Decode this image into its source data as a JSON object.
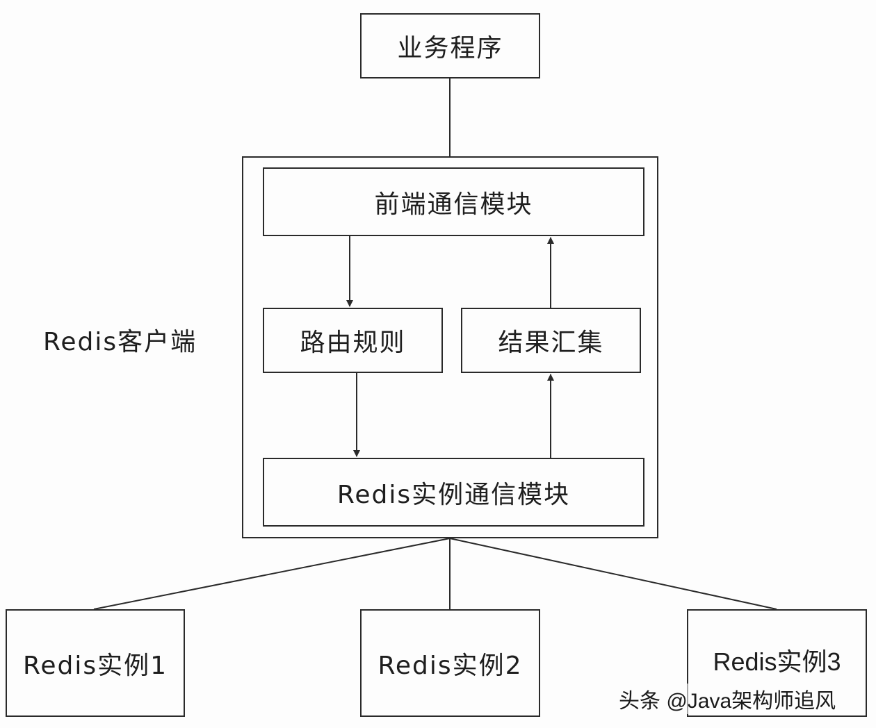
{
  "diagram": {
    "nodes": {
      "business_program": "业务程序",
      "frontend_comm_module": "前端通信模块",
      "routing_rules": "路由规则",
      "result_aggregation": "结果汇集",
      "redis_instance_comm_module": "Redis实例通信模块",
      "redis_instance_1": "Redis实例1",
      "redis_instance_2": "Redis实例2",
      "redis_instance_3": "Redis实例3"
    },
    "container_label": "Redis客户端",
    "edges": [
      {
        "from": "business_program",
        "to": "redis_client",
        "arrow": false
      },
      {
        "from": "frontend_comm_module",
        "to": "routing_rules",
        "arrow": true
      },
      {
        "from": "routing_rules",
        "to": "redis_instance_comm_module",
        "arrow": true
      },
      {
        "from": "redis_instance_comm_module",
        "to": "result_aggregation",
        "arrow": true
      },
      {
        "from": "result_aggregation",
        "to": "frontend_comm_module",
        "arrow": true
      },
      {
        "from": "redis_client",
        "to": "redis_instance_1",
        "arrow": false
      },
      {
        "from": "redis_client",
        "to": "redis_instance_2",
        "arrow": false
      },
      {
        "from": "redis_client",
        "to": "redis_instance_3",
        "arrow": false
      }
    ]
  },
  "watermark": "头条 @Java架构师追风",
  "colors": {
    "background": "#fdfdfd",
    "stroke": "#2a2a2a",
    "text": "#1e1e1e"
  }
}
